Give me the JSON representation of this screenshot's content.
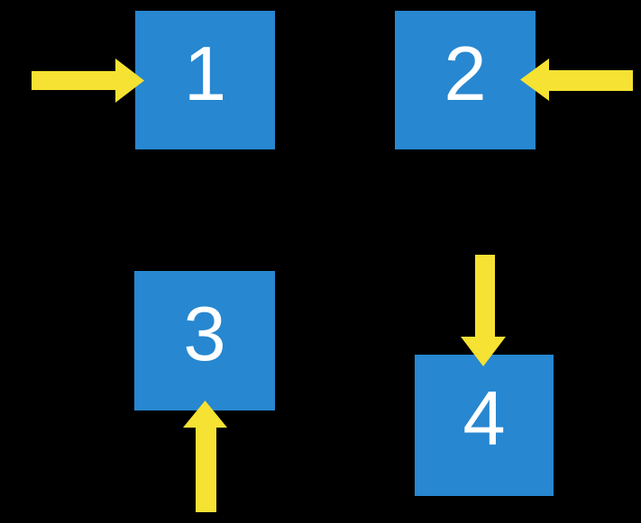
{
  "colors": {
    "background": "#000000",
    "square_blue": "#2787d0",
    "arrow_yellow": "#f6e232",
    "digit_white": "#ffffff"
  },
  "squares": [
    {
      "label": "1",
      "arrow_direction": "right",
      "arrow_from": "left"
    },
    {
      "label": "2",
      "arrow_direction": "left",
      "arrow_from": "right"
    },
    {
      "label": "3",
      "arrow_direction": "up",
      "arrow_from": "below"
    },
    {
      "label": "4",
      "arrow_direction": "down",
      "arrow_from": "above"
    }
  ]
}
